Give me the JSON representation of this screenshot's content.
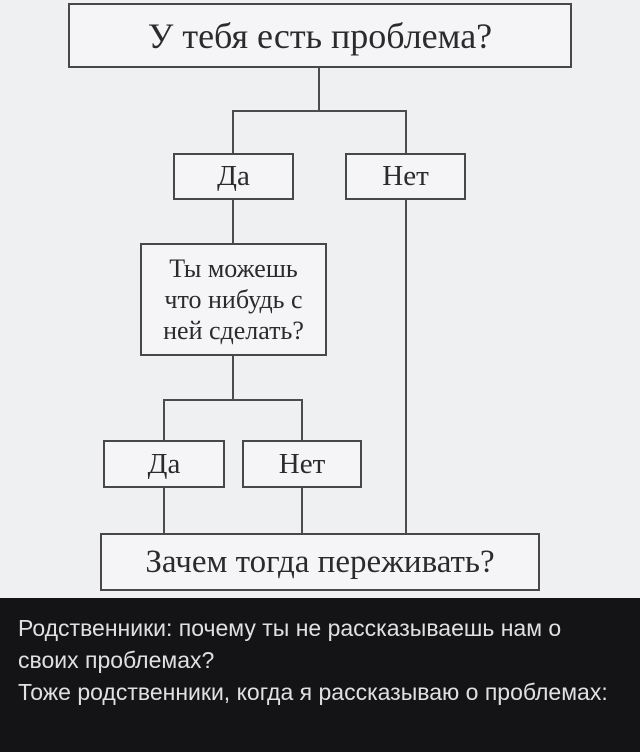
{
  "flowchart": {
    "start": "У тебя есть проблема?",
    "yes1": "Да",
    "no1": "Нет",
    "question2": "Ты можешь что нибудь с ней сделать?",
    "question2_lines": [
      "Ты можешь",
      "что нибудь с",
      "ней сделать?"
    ],
    "yes2": "Да",
    "no2": "Нет",
    "end": "Зачем тогда переживать?"
  },
  "caption": {
    "line1": "Родственники: почему ты не рассказываешь нам о своих проблемах?",
    "line2": "Тоже родственники, когда я рассказываю о проблемах:"
  },
  "colors": {
    "chart_background": "#eff0f2",
    "node_fill": "#f5f5f7",
    "node_border": "#48484c",
    "node_text": "#2b2b2e",
    "caption_background": "#141417",
    "caption_text": "#e0e0e3"
  }
}
